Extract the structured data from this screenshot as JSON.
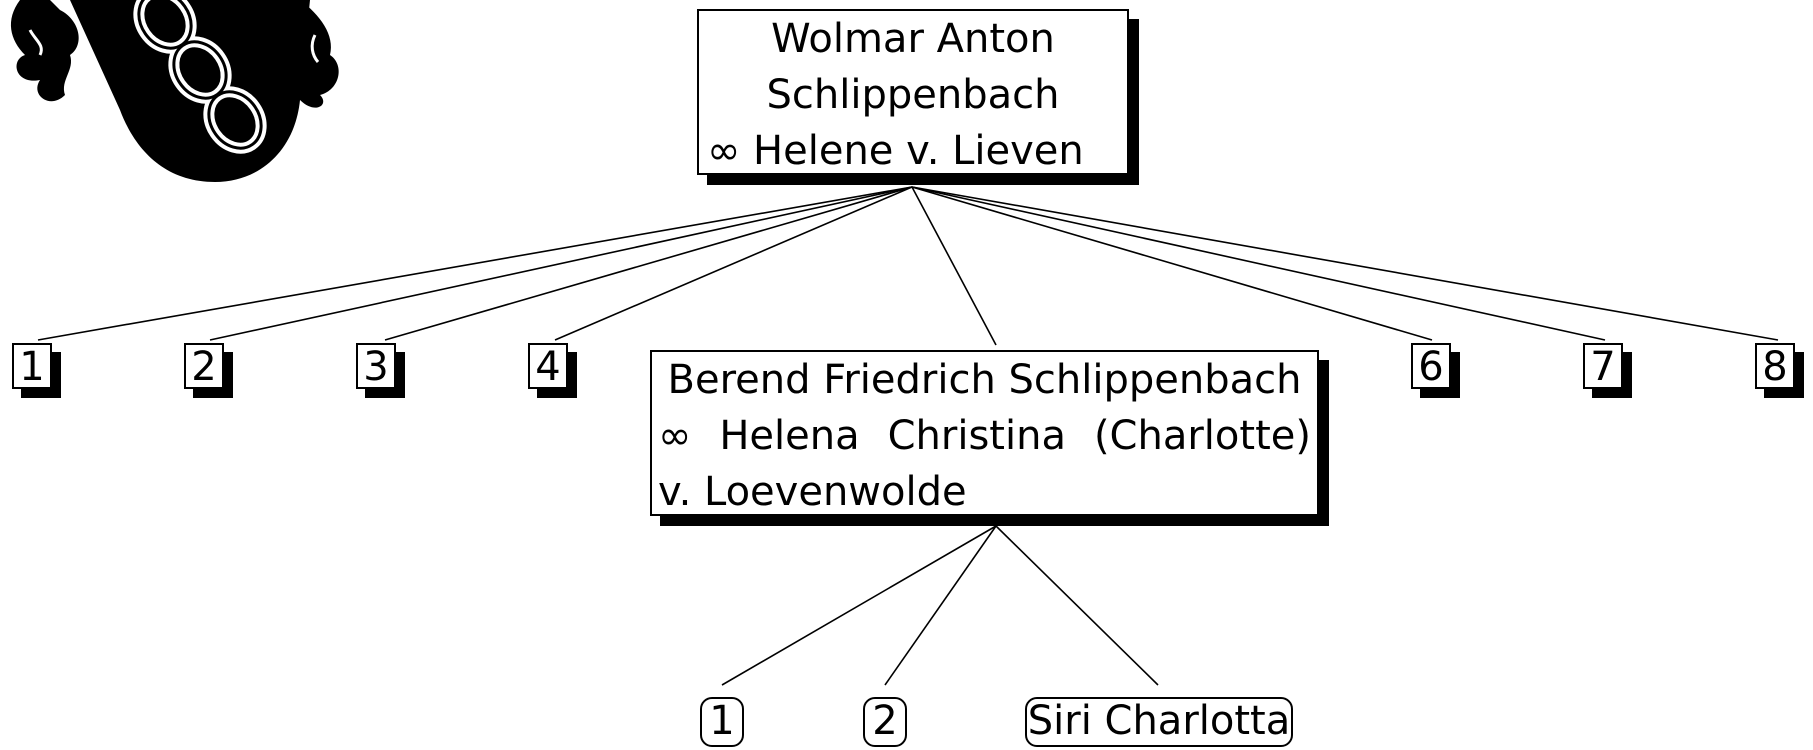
{
  "root": {
    "line1": "Wolmar Anton",
    "line2": "Schlippenbach",
    "marriage_symbol": "∞",
    "spouse": "Helene v. Lieven"
  },
  "children": [
    {
      "label": "1"
    },
    {
      "label": "2"
    },
    {
      "label": "3"
    },
    {
      "label": "4"
    },
    {
      "label": "6"
    },
    {
      "label": "7"
    },
    {
      "label": "8"
    }
  ],
  "featured_child": {
    "name": "Berend Friedrich Schlippenbach",
    "marriage_symbol": "∞",
    "spouse_words": [
      "Helena",
      "Christina",
      "(Charlotte)"
    ],
    "spouse_line2": "v. Loevenwolde"
  },
  "grandchildren": [
    {
      "label": "1"
    },
    {
      "label": "2"
    },
    {
      "label": "Siri Charlotta"
    }
  ],
  "colors": {
    "ink": "#000000",
    "paper": "#ffffff"
  },
  "icons": {
    "coat_of_arms": "coat-of-arms-icon"
  }
}
